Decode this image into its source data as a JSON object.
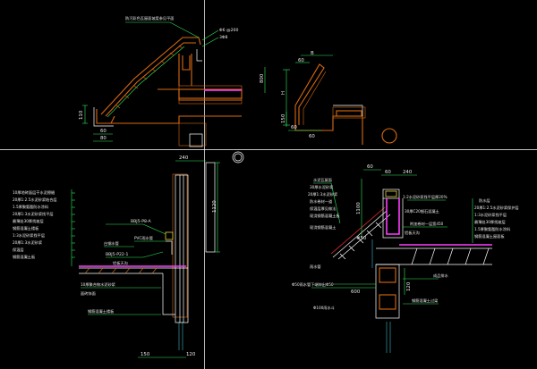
{
  "colors": {
    "background": "#000000",
    "leader": "#2ee85a",
    "wall": "#d86a12",
    "membrane": "#ff3cff",
    "outline": "#ffffff",
    "axis": "#ffffff"
  },
  "detail1": {
    "top_note": "防污彩色瓦屋面坡度参见平面",
    "callout_a": "Φ6 @200",
    "callout_b": "3Φ8",
    "dim_110": "110",
    "dim_60": "60",
    "dim_80": "80"
  },
  "detail2": {
    "dim_800": "800",
    "dim_h": "H",
    "dim_150": "150",
    "dim_60": "60",
    "dim_b": "B",
    "dim_60b": "60",
    "dim_60c": "60"
  },
  "detail3": {
    "dim_240": "240",
    "dim_1120": "1120",
    "dim_150": "150",
    "dim_120": "120",
    "layers": [
      "10厚地砖面层干水泥擦缝",
      "20厚1:2.5水泥砂浆结合层",
      "1.5厚聚氨酯防水涂料",
      "20厚1:3水泥砂浆找平层",
      "最薄处30厚找坡层",
      "钢筋混凝土楼板",
      "1:3水泥砂浆找平层",
      "20厚1:3水泥砂浆",
      "保温层",
      "钢筋混凝土板"
    ],
    "ref_1": "BBJ5-P8-A",
    "ref_2": "BBJ5-P22-1",
    "note_steel": "白钢水管",
    "note_drain": "PVC雨水管",
    "note_gutter": "铝板天沟",
    "note_bottom_1": "10厚聚合物水泥砂浆",
    "note_bottom_2": "面砖饰面",
    "note_bottom_3": "钢筋混凝土楼板"
  },
  "detail4": {
    "dim_60a": "60",
    "dim_240": "240",
    "dim_60b": "60",
    "dim_600": "600",
    "dim_120": "120",
    "dim_1100": "1100",
    "dim_50": "#50",
    "roof_left": [
      "水泥瓦屋面",
      "30厚水泥砂浆",
      "20厚1:3水泥砂浆",
      "防水卷材一道",
      "保温层厚见做法",
      "现浇钢筋混凝土板"
    ],
    "roof_right": [
      "防水层",
      "20厚1:2.5水泥砂浆保护层",
      "1:3水泥砂浆找平层",
      "最薄处30厚找坡层",
      "1.5厚聚氨酯防水涂料",
      "钢筋混凝土屋面板"
    ],
    "note_slab": "现浇钢筋混凝土",
    "note_gutter_1": "附加卷材一层宽450",
    "note_gutter_2": "铝板天沟",
    "note_drain": "雨水管",
    "note_pipe": "Φ50雨水管下端伸出Φ50",
    "note_bottom": "Φ100雨水斗",
    "note_right_1": "成品排水",
    "note_right_2": "钢筋混凝土过梁",
    "callout_top": "1:2水泥砂浆找平层厚20%",
    "callout_top_b": "30厚C20细石混凝土"
  }
}
